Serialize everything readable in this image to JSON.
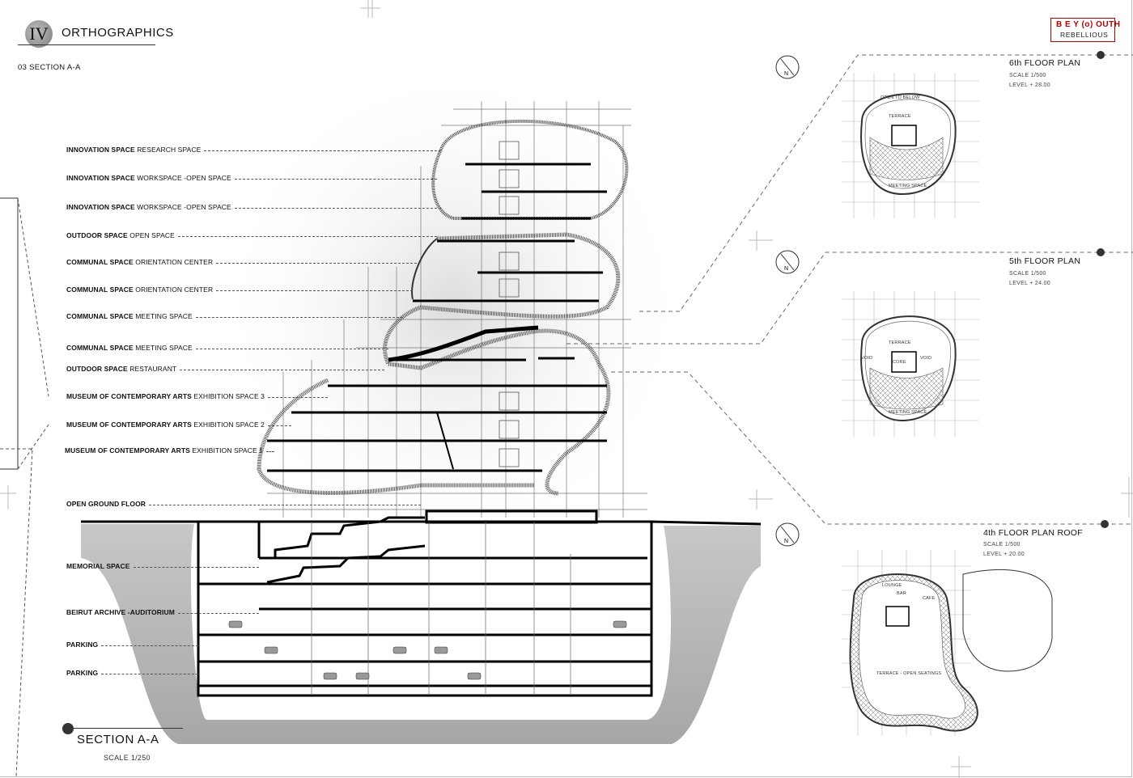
{
  "header": {
    "chapter_numeral": "IV",
    "chapter_title": "ORTHOGRAPHICS",
    "sheet_subtitle": "03 SECTION A-A"
  },
  "logo": {
    "line1": "B E Y (o) OUTH",
    "line2": "REBELLIOUS",
    "accent_color": "#b00000"
  },
  "section_labels": [
    {
      "prefix": "INNOVATION SPACE",
      "suffix": "RESEARCH SPACE"
    },
    {
      "prefix": "INNOVATION SPACE",
      "suffix": "WORKSPACE -OPEN SPACE"
    },
    {
      "prefix": "INNOVATION SPACE",
      "suffix": "WORKSPACE -OPEN SPACE"
    },
    {
      "prefix": "OUTDOOR SPACE",
      "suffix": "OPEN SPACE"
    },
    {
      "prefix": "COMMUNAL SPACE",
      "suffix": "ORIENTATION CENTER"
    },
    {
      "prefix": "COMMUNAL SPACE",
      "suffix": "ORIENTATION CENTER"
    },
    {
      "prefix": "COMMUNAL SPACE",
      "suffix": "MEETING SPACE"
    },
    {
      "prefix": "COMMUNAL SPACE",
      "suffix": "MEETING SPACE"
    },
    {
      "prefix": "OUTDOOR SPACE",
      "suffix": "RESTAURANT"
    },
    {
      "prefix": "MUSEUM OF CONTEMPORARY ARTS",
      "suffix": "EXHIBITION SPACE 3"
    },
    {
      "prefix": "MUSEUM OF CONTEMPORARY ARTS",
      "suffix": "EXHIBITION SPACE 2"
    },
    {
      "prefix": "MUSEUM OF CONTEMPORARY ARTS",
      "suffix": "EXHIBITION SPACE 1"
    },
    {
      "prefix": "OPEN GROUND FLOOR",
      "suffix": ""
    },
    {
      "prefix": "MEMORIAL SPACE",
      "suffix": ""
    },
    {
      "prefix": "BEIRUT ARCHIVE -AUDITORIUM",
      "suffix": ""
    },
    {
      "prefix": "PARKING",
      "suffix": ""
    },
    {
      "prefix": "PARKING",
      "suffix": ""
    }
  ],
  "section": {
    "title": "SECTION A-A",
    "scale": "SCALE 1/250"
  },
  "plans": [
    {
      "title": "6th FLOOR PLAN",
      "scale": "SCALE 1/500",
      "level": "LEVEL + 28.00",
      "rooms": [
        "OPEN TO BELOW",
        "TERRACE",
        "MEETING SPACE"
      ]
    },
    {
      "title": "5th FLOOR PLAN",
      "scale": "SCALE 1/500",
      "level": "LEVEL + 24.00",
      "rooms": [
        "TERRACE",
        "CORE",
        "VOID",
        "VOID",
        "MEETING SPACE"
      ]
    },
    {
      "title": "4th FLOOR PLAN ROOF",
      "scale": "SCALE 1/500",
      "level": "LEVEL + 20.00",
      "rooms": [
        "LOUNGE",
        "BAR",
        "CAFE",
        "TERRACE - OPEN SEATINGS"
      ]
    }
  ],
  "north_arrow_letter": "N"
}
